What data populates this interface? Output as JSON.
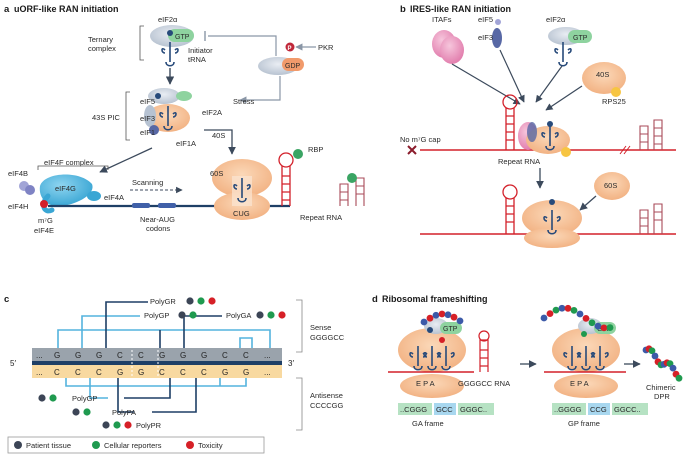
{
  "panel_a": {
    "letter": "a",
    "title": "uORF-like RAN initiation",
    "eif2a": "eIF2α",
    "gtp": "GTP",
    "gdp": "GDP",
    "p": "P",
    "pkr": "PKR",
    "ternary_line1": "Ternary",
    "ternary_line2": "complex",
    "initiator_line1": "Initiator",
    "initiator_line2": "tRNA",
    "stress": "Stress",
    "eif2a_lower": "eIF2A",
    "eif5": "eIF5",
    "eif3": "eIF3",
    "eif1": "eIF1",
    "eif1a": "eIF1A",
    "pic": "43S PIC",
    "s40": "40S",
    "s60": "60S",
    "rbp": "RBP",
    "eif4f_complex": "eIF4F complex",
    "eif4b": "eIF4B",
    "eif4h": "eIF4H",
    "eif4g": "eIF4G",
    "eif4a": "eIF4A",
    "eif4e": "eIF4E",
    "m7g": "m⁷G",
    "scanning": "Scanning",
    "near_aug_line1": "Near-AUG",
    "near_aug_line2": "codons",
    "cug": "CUG",
    "repeat_rna": "Repeat RNA"
  },
  "panel_b": {
    "letter": "b",
    "title": "IRES-like RAN initiation",
    "itafs": "ITAFs",
    "eif5": "eIF5",
    "eif3": "eIF3",
    "eif2a": "eIF2α",
    "gtp": "GTP",
    "s40": "40S",
    "rps25": "RPS25",
    "no_cap": "No m⁷G cap",
    "repeat_rna": "Repeat RNA",
    "s60": "60S"
  },
  "panel_c": {
    "letter": "c",
    "sense_seq": [
      "G",
      "G",
      "G",
      "C",
      "C",
      "G",
      "G",
      "G",
      "C",
      "C"
    ],
    "antisense_seq": [
      "C",
      "C",
      "C",
      "G",
      "G",
      "C",
      "C",
      "C",
      "G",
      "G"
    ],
    "ellipsis": "...",
    "five_prime": "5′",
    "three_prime": "3′",
    "sense_label": "Sense",
    "sense_seq_label": "GGGGCC",
    "antisense_label": "Antisense",
    "antisense_seq_label": "CCCCGG",
    "products_sense": [
      {
        "name": "PolyGR",
        "dots": [
          "#3c4556",
          "#1f9a4f",
          "#d62027"
        ]
      },
      {
        "name": "PolyGP",
        "dots": [
          "#3c4556",
          "#1f9a4f"
        ]
      },
      {
        "name": "PolyGA",
        "dots": [
          "#3c4556",
          "#1f9a4f",
          "#d62027"
        ]
      }
    ],
    "products_antisense": [
      {
        "name": "PolyGP",
        "dots": [
          "#3c4556",
          "#1f9a4f"
        ]
      },
      {
        "name": "PolyPA",
        "dots": [
          "#3c4556",
          "#1f9a4f"
        ]
      },
      {
        "name": "PolyPR",
        "dots": [
          "#3c4556",
          "#1f9a4f",
          "#d62027"
        ]
      }
    ],
    "legend": [
      {
        "label": "Patient tissue",
        "color": "#3c4556"
      },
      {
        "label": "Cellular reporters",
        "color": "#1f9a4f"
      },
      {
        "label": "Toxicity",
        "color": "#d62027"
      }
    ]
  },
  "panel_d": {
    "letter": "d",
    "title": "Ribosomal frameshifting",
    "gtp": "GTP",
    "epa": "E P A",
    "ggggcc_rna": "GGGGCC RNA",
    "left_frame_codons": [
      "..CGGG",
      "GCC",
      "GGGC.."
    ],
    "left_frame_label": "GA frame",
    "right_frame_codons": [
      "..GGGG",
      "CCG",
      "GGCC.."
    ],
    "right_frame_label": "GP frame",
    "chimeric_line1": "Chimeric",
    "chimeric_line2": "DPR"
  },
  "colors": {
    "ribosome_orange": "#f6c49a",
    "rna_red": "#d3202a",
    "trna_blue": "#274a7a",
    "gtp_green": "#8ed39f",
    "gdp_orange": "#f19a6b",
    "eif4f_blue": "#55bce3",
    "itaf_pink": "#ec9bc0",
    "sense_bar": "#9aa3ac",
    "antisense_bar": "#f8d9a0",
    "line_light_blue": "#54b3de",
    "line_dark_blue": "#1e3f66"
  }
}
